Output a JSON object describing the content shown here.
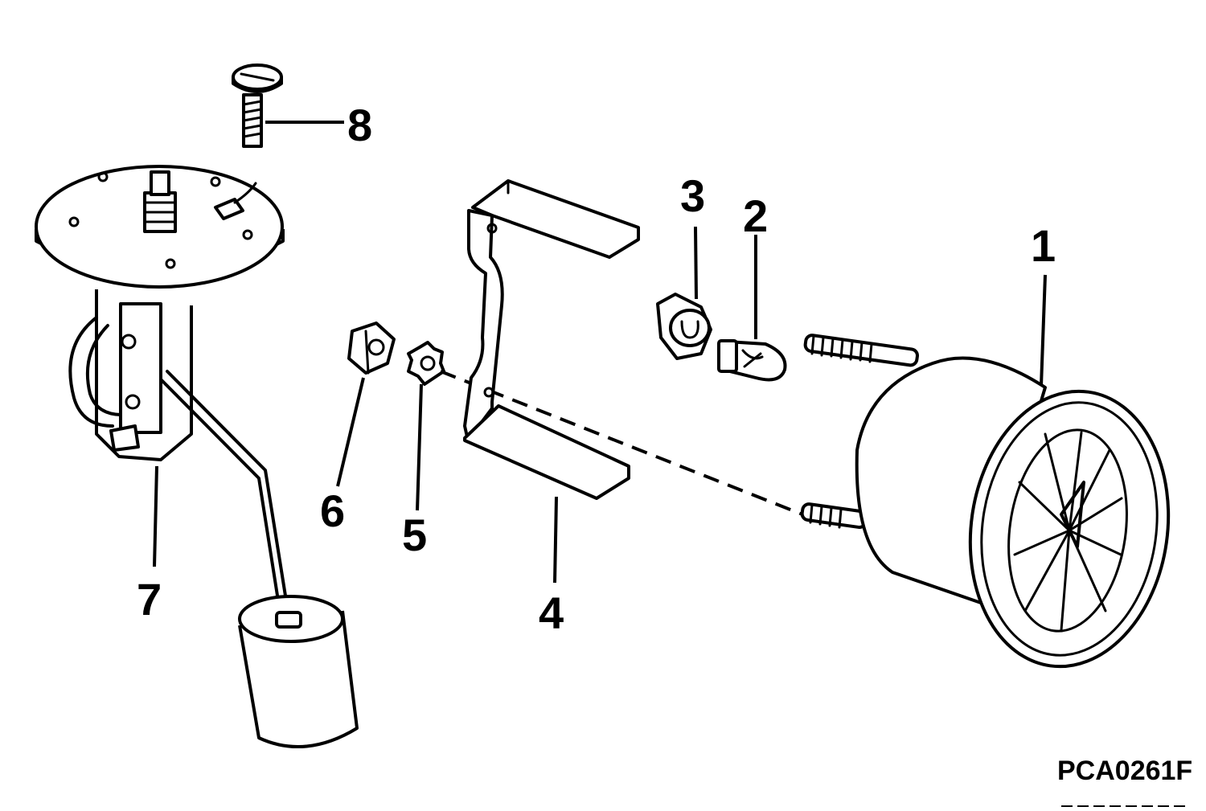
{
  "callouts": [
    {
      "id": "1",
      "label": "1"
    },
    {
      "id": "2",
      "label": "2"
    },
    {
      "id": "3",
      "label": "3"
    },
    {
      "id": "4",
      "label": "4"
    },
    {
      "id": "5",
      "label": "5"
    },
    {
      "id": "6",
      "label": "6"
    },
    {
      "id": "7",
      "label": "7"
    },
    {
      "id": "8",
      "label": "8"
    }
  ],
  "figure_code": "PCA0261F",
  "parts": [
    {
      "callout": "1",
      "icon": "fuel-gauge-icon"
    },
    {
      "callout": "2",
      "icon": "bulb-icon"
    },
    {
      "callout": "3",
      "icon": "bulb-socket-icon"
    },
    {
      "callout": "4",
      "icon": "mounting-bracket-icon"
    },
    {
      "callout": "5",
      "icon": "lock-washer-icon"
    },
    {
      "callout": "6",
      "icon": "hex-nut-icon"
    },
    {
      "callout": "7",
      "icon": "fuel-sender-icon"
    },
    {
      "callout": "8",
      "icon": "screw-icon"
    }
  ]
}
